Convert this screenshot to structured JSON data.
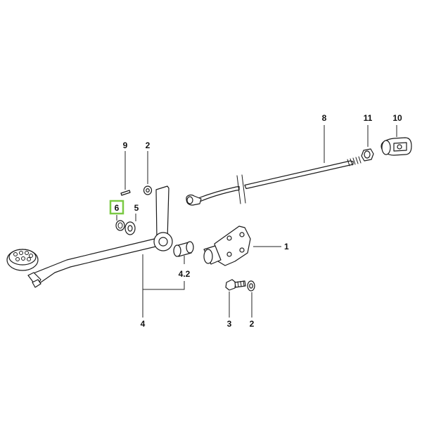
{
  "labels": {
    "p1": "1",
    "p2a": "2",
    "p2b": "2",
    "p3": "3",
    "p4": "4",
    "p4_2": "4.2",
    "p5": "5",
    "p6": "6",
    "p8": "8",
    "p9": "9",
    "p10": "10",
    "p11": "11"
  },
  "highlight": {
    "part": "6",
    "color": "#7ac943"
  }
}
